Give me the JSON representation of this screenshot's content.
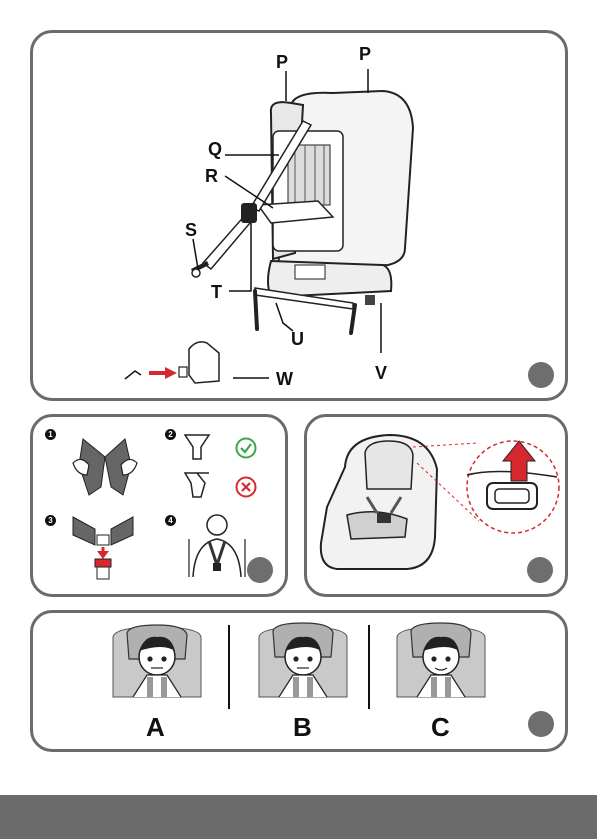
{
  "panel_top": {
    "labels": {
      "p1": "P",
      "p2": "P",
      "q": "Q",
      "r": "R",
      "s": "S",
      "t": "T",
      "u": "U",
      "v": "V",
      "w": "W"
    }
  },
  "panel_steps": {
    "steps": [
      "1",
      "2",
      "3",
      "4"
    ],
    "ok_icon": "check-icon",
    "bad_icon": "cross-icon"
  },
  "panel_choice": {
    "options": [
      "A",
      "B",
      "C"
    ]
  },
  "colors": {
    "panel_border": "#6b6b6b",
    "dot": "#6e6e6e",
    "accent_red": "#d7282f",
    "ok_green": "#3aa64a",
    "footer": "#6b6b6b"
  }
}
